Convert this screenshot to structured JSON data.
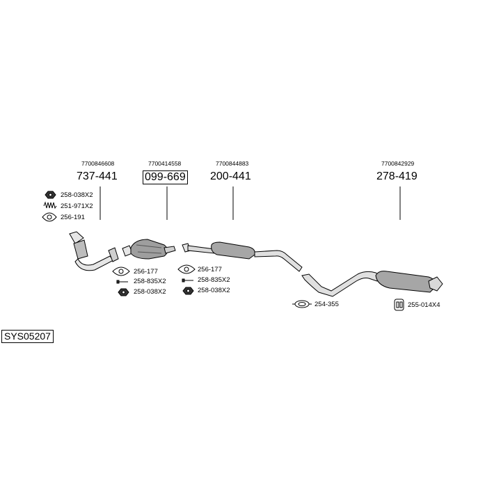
{
  "diagram": {
    "system_code": "SYS05207",
    "parts": [
      {
        "oem": "7700846608",
        "part_no": "737-441",
        "boxed": false
      },
      {
        "oem": "7700414558",
        "part_no": "099-669",
        "boxed": true
      },
      {
        "oem": "7700844883",
        "part_no": "200-441",
        "boxed": false
      },
      {
        "oem": "7700842929",
        "part_no": "278-419",
        "boxed": false
      }
    ],
    "accessories": [
      {
        "label": "258-038X2",
        "icon": "nut-icon"
      },
      {
        "label": "251-971X2",
        "icon": "spring-icon"
      },
      {
        "label": "256-191",
        "icon": "gasket-icon"
      },
      {
        "label": "256-177",
        "icon": "gasket-icon"
      },
      {
        "label": "258-835X2",
        "icon": "bolt-icon"
      },
      {
        "label": "258-038X2",
        "icon": "nut-icon"
      },
      {
        "label": "256-177",
        "icon": "gasket-icon"
      },
      {
        "label": "258-835X2",
        "icon": "bolt-icon"
      },
      {
        "label": "258-038X2",
        "icon": "nut-icon"
      },
      {
        "label": "254-355",
        "icon": "clamp-icon"
      },
      {
        "label": "255-014X4",
        "icon": "hanger-icon"
      }
    ]
  }
}
